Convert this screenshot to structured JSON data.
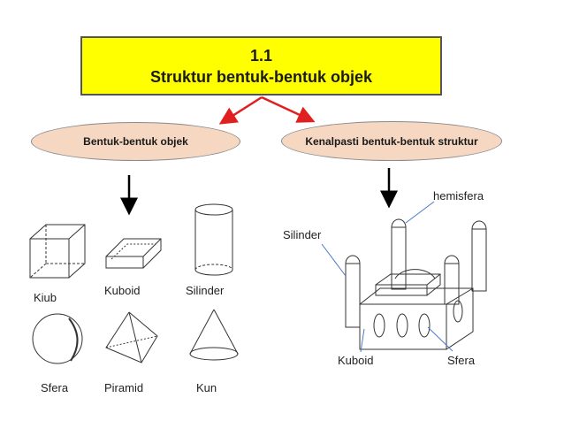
{
  "title": {
    "number": "1.1",
    "text": "Struktur bentuk-bentuk objek"
  },
  "nodes": {
    "left": "Bentuk-bentuk objek",
    "right": "Kenalpasti bentuk-bentuk struktur"
  },
  "shapes": {
    "kiub": "Kiub",
    "kuboid": "Kuboid",
    "silinder": "Silinder",
    "sfera": "Sfera",
    "piramid": "Piramid",
    "kun": "Kun"
  },
  "structure_labels": {
    "hemisfera": "hemisfera",
    "silinder": "Silinder",
    "kuboid": "Kuboid",
    "sfera": "Sfera"
  },
  "colors": {
    "title_bg": "#ffff00",
    "node_bg": "#f6d7c2",
    "arrow_red": "#e02020"
  }
}
